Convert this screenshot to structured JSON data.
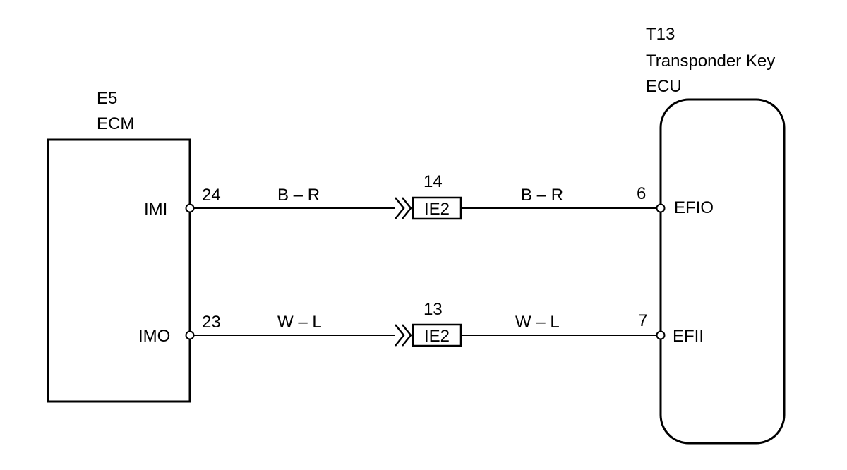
{
  "ecm": {
    "code": "E5",
    "name": "ECM",
    "pins": [
      {
        "name": "IMI",
        "number": "24"
      },
      {
        "name": "IMO",
        "number": "23"
      }
    ]
  },
  "transponder": {
    "code": "T13",
    "name_line1": "Transponder Key",
    "name_line2": "ECU",
    "pins": [
      {
        "name": "EFIO",
        "number": "6"
      },
      {
        "name": "EFII",
        "number": "7"
      }
    ]
  },
  "wires": [
    {
      "left_color": "B – R",
      "right_color": "B – R",
      "connector": {
        "name": "IE2",
        "pin": "14"
      }
    },
    {
      "left_color": "W – L",
      "right_color": "W – L",
      "connector": {
        "name": "IE2",
        "pin": "13"
      }
    }
  ],
  "colors": {
    "line": "#000000",
    "background": "#ffffff"
  }
}
